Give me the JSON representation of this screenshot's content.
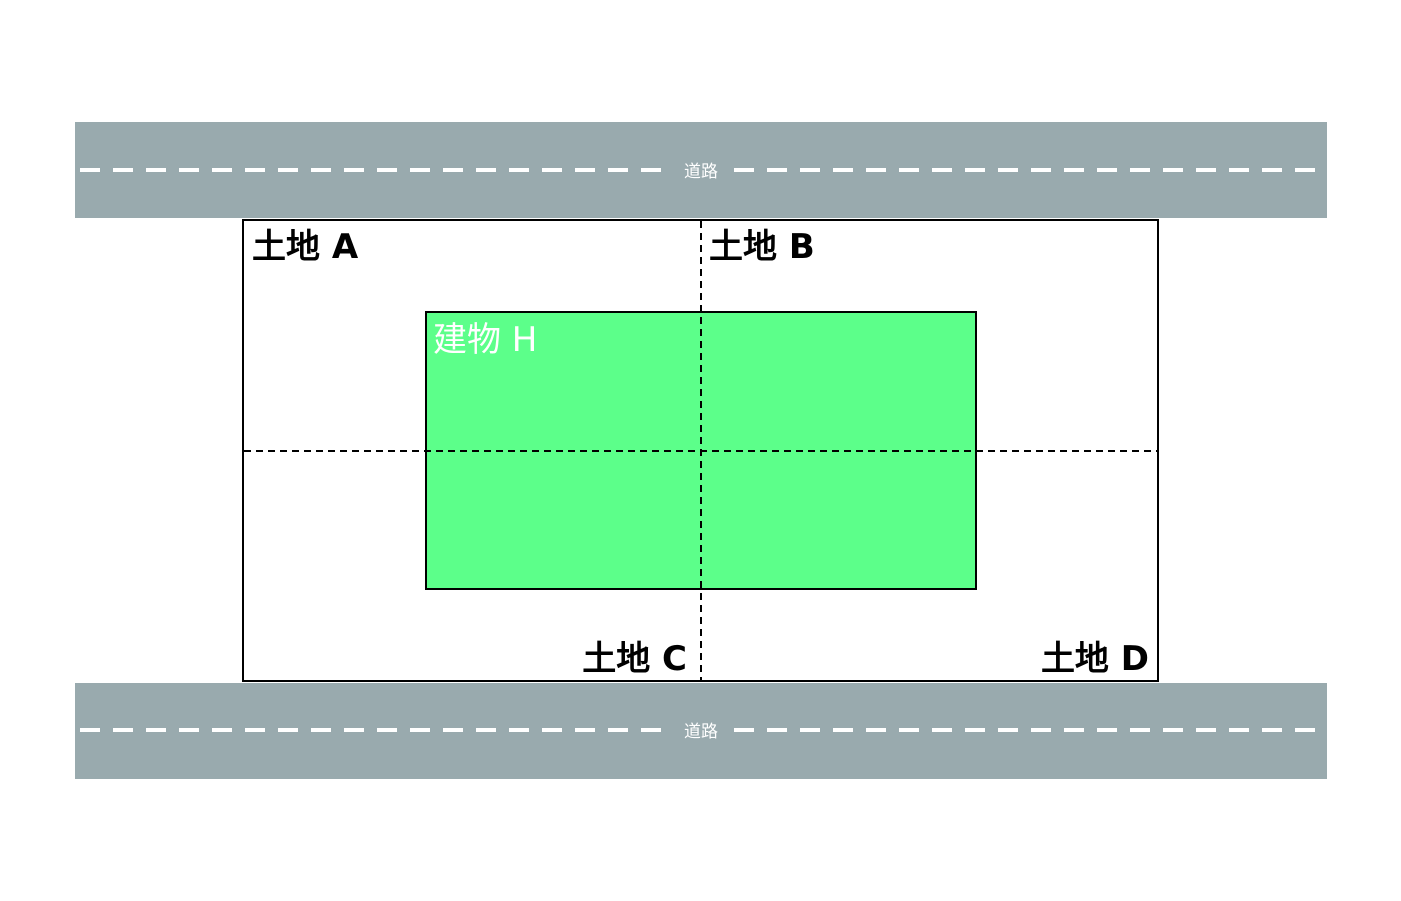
{
  "roads": {
    "top_label": "道路",
    "bottom_label": "道路",
    "color": "#99aaae",
    "lane_line_color": "#ffffff"
  },
  "parcels": {
    "a_label": "土地 A",
    "b_label": "土地 B",
    "c_label": "土地 C",
    "d_label": "土地 D"
  },
  "building": {
    "label": "建物 H",
    "color": "#5cff8a"
  }
}
